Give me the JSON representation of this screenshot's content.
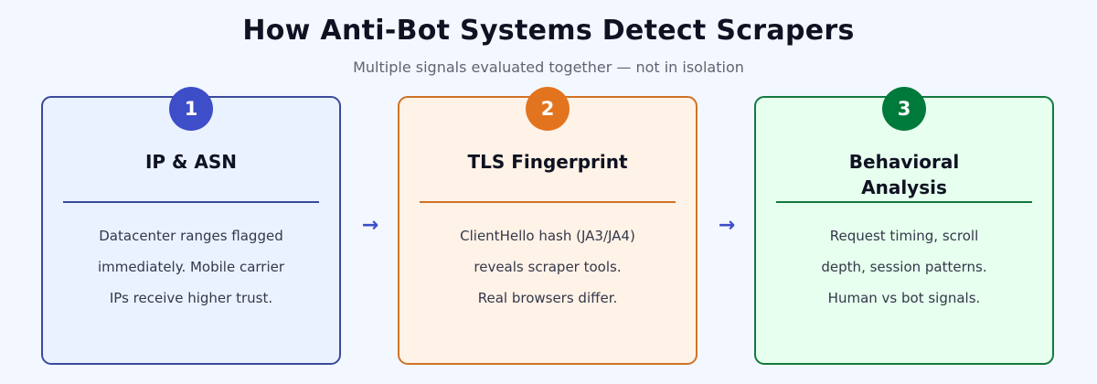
{
  "header": {
    "title": "How Anti-Bot Systems Detect Scrapers",
    "subtitle": "Multiple signals evaluated together — not in isolation"
  },
  "arrow_glyph": "→",
  "cards": [
    {
      "number": "1",
      "title": "IP & ASN",
      "title_lines": [
        "IP & ASN"
      ],
      "body_lines": [
        "Datacenter ranges flagged",
        "immediately. Mobile carrier",
        "IPs receive higher trust."
      ],
      "colors": {
        "accent": "#3d4ec8",
        "background": "#ebf2ff",
        "border": "#3a4a9c"
      }
    },
    {
      "number": "2",
      "title": "TLS Fingerprint",
      "title_lines": [
        "TLS Fingerprint"
      ],
      "body_lines": [
        "ClientHello hash (JA3/JA4)",
        "reveals scraper tools.",
        "Real browsers differ."
      ],
      "colors": {
        "accent": "#e3741f",
        "background": "#fff2e7",
        "border": "#cf7326"
      }
    },
    {
      "number": "3",
      "title": "Behavioral Analysis",
      "title_lines": [
        "Behavioral",
        "Analysis"
      ],
      "body_lines": [
        "Request timing, scroll",
        "depth, session patterns.",
        "Human vs bot signals."
      ],
      "colors": {
        "accent": "#007a3a",
        "background": "#e6ffee",
        "border": "#127a3e"
      }
    }
  ]
}
